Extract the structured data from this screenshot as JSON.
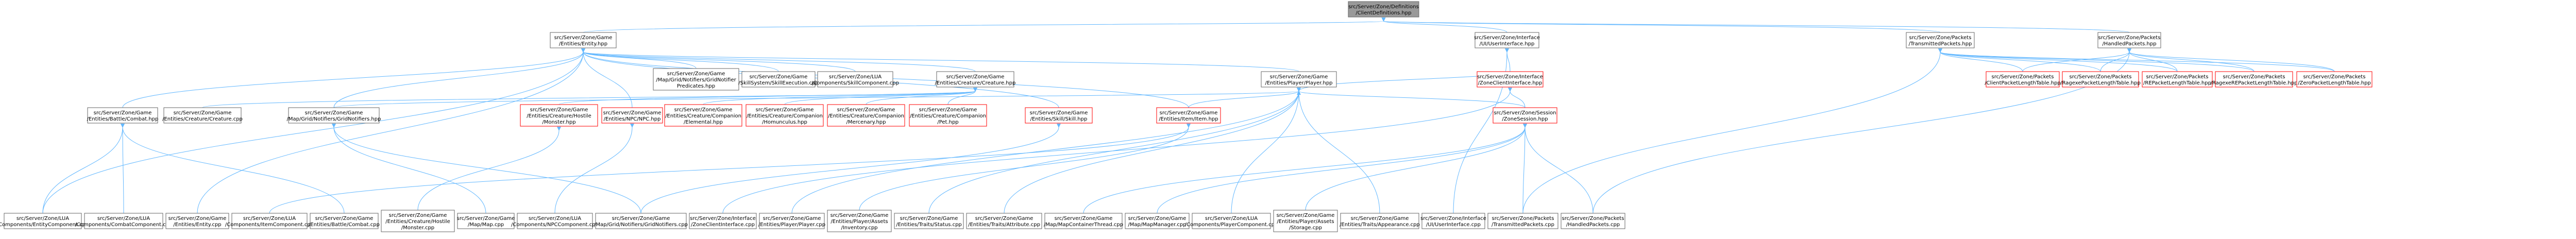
{
  "nodes": [
    {
      "id": "root",
      "style": "root",
      "lines": [
        "src/Server/Zone/Definitions",
        "/ClientDefinitions.hpp"
      ]
    },
    {
      "id": "entity",
      "style": "normal",
      "lines": [
        "src/Server/Zone/Game",
        "/Entities/Entity.hpp"
      ]
    },
    {
      "id": "iface",
      "style": "normal",
      "lines": [
        "src/Server/Zone/Interface",
        "/UI/UserInterface.hpp"
      ]
    },
    {
      "id": "transmit",
      "style": "normal",
      "lines": [
        "src/Server/Zone/Packets",
        "/TransmittedPackets.hpp"
      ]
    },
    {
      "id": "handled",
      "style": "normal",
      "lines": [
        "src/Server/Zone/Packets",
        "/HandledPackets.hpp"
      ]
    },
    {
      "id": "gridpred",
      "style": "normal",
      "lines": [
        "src/Server/Zone/Game",
        "/Map/Grid/Notifiers/GridNotifier",
        "Predicates.hpp"
      ]
    },
    {
      "id": "skillexec",
      "style": "normal",
      "lines": [
        "src/Server/Zone/Game",
        "/SkillSystem/SkillExecution.cpp"
      ]
    },
    {
      "id": "skillcomp",
      "style": "normal",
      "lines": [
        "src/Server/Zone/LUA",
        "/Components/SkillComponent.cpp"
      ]
    },
    {
      "id": "creature",
      "style": "normal",
      "lines": [
        "src/Server/Zone/Game",
        "/Entities/Creature/Creature.hpp"
      ]
    },
    {
      "id": "player",
      "style": "normal",
      "lines": [
        "src/Server/Zone/Game",
        "/Entities/Player/Player.hpp"
      ]
    },
    {
      "id": "zoneiface",
      "style": "red",
      "lines": [
        "src/Server/Zone/Interface",
        "/ZoneClientInterface.hpp"
      ]
    },
    {
      "id": "battlecombat",
      "style": "normal",
      "lines": [
        "src/Server/Zone/Game",
        "/Entities/Battle/Combat.hpp"
      ]
    },
    {
      "id": "creaturecpp",
      "style": "normal",
      "lines": [
        "src/Server/Zone/Game",
        "/Entities/Creature/Creature.cpp"
      ]
    },
    {
      "id": "gridnotif",
      "style": "normal",
      "lines": [
        "src/Server/Zone/Game",
        "/Map/Grid/Notifiers/GridNotifiers.hpp"
      ]
    },
    {
      "id": "hostile",
      "style": "red",
      "lines": [
        "src/Server/Zone/Game",
        "/Entities/Creature/Hostile",
        "/Monster.hpp"
      ]
    },
    {
      "id": "npc",
      "style": "red",
      "lines": [
        "src/Server/Zone/Game",
        "/Entities/NPC/NPC.hpp"
      ]
    },
    {
      "id": "elemental",
      "style": "red",
      "lines": [
        "src/Server/Zone/Game",
        "/Entities/Creature/Companion",
        "/Elemental.hpp"
      ]
    },
    {
      "id": "homunculus",
      "style": "red",
      "lines": [
        "src/Server/Zone/Game",
        "/Entities/Creature/Companion",
        "/Homunculus.hpp"
      ]
    },
    {
      "id": "mercenary",
      "style": "red",
      "lines": [
        "src/Server/Zone/Game",
        "/Entities/Creature/Companion",
        "/Mercenary.hpp"
      ]
    },
    {
      "id": "pet",
      "style": "red",
      "lines": [
        "src/Server/Zone/Game",
        "/Entities/Creature/Companion",
        "/Pet.hpp"
      ]
    },
    {
      "id": "skill",
      "style": "red",
      "lines": [
        "src/Server/Zone/Game",
        "/Entities/Skill/Skill.hpp"
      ]
    },
    {
      "id": "item",
      "style": "red",
      "lines": [
        "src/Server/Zone/Game",
        "/Entities/Item/Item.hpp"
      ]
    },
    {
      "id": "session",
      "style": "red",
      "lines": [
        "src/Server/Zone/Session",
        "/ZoneSession.hpp"
      ]
    },
    {
      "id": "clientlen",
      "style": "red",
      "lines": [
        "src/Server/Zone/Packets",
        "/ClientPacketLengthTable.hpp"
      ]
    },
    {
      "id": "ragexe",
      "style": "red",
      "lines": [
        "src/Server/Zone/Packets",
        "/RagexePacketLengthTable.hpp"
      ]
    },
    {
      "id": "re",
      "style": "red",
      "lines": [
        "src/Server/Zone/Packets",
        "/REPacketLengthTable.hpp"
      ]
    },
    {
      "id": "ragexere",
      "style": "red",
      "lines": [
        "src/Server/Zone/Packets",
        "/RagexeREPacketLengthTable.hpp"
      ]
    },
    {
      "id": "zero",
      "style": "red",
      "lines": [
        "src/Server/Zone/Packets",
        "/ZeroPacketLengthTable.hpp"
      ]
    },
    {
      "id": "entitycomp",
      "style": "normal",
      "lines": [
        "src/Server/Zone/LUA",
        "/Components/EntityComponent.cpp"
      ]
    },
    {
      "id": "combatcomp",
      "style": "normal",
      "lines": [
        "src/Server/Zone/LUA",
        "/Components/CombatComponent.cpp"
      ]
    },
    {
      "id": "entitycpp",
      "style": "normal",
      "lines": [
        "src/Server/Zone/Game",
        "/Entities/Entity.cpp"
      ]
    },
    {
      "id": "itemcomp",
      "style": "normal",
      "lines": [
        "src/Server/Zone/LUA",
        "/Components/ItemComponent.cpp"
      ]
    },
    {
      "id": "battlecombatcpp",
      "style": "normal",
      "lines": [
        "src/Server/Zone/Game",
        "/Entities/Battle/Combat.cpp"
      ]
    },
    {
      "id": "hostilecpp",
      "style": "normal",
      "lines": [
        "src/Server/Zone/Game",
        "/Entities/Creature/Hostile",
        "/Monster.cpp"
      ]
    },
    {
      "id": "mapmap",
      "style": "normal",
      "lines": [
        "src/Server/Zone/Game",
        "/Map/Map.cpp"
      ]
    },
    {
      "id": "npccomp",
      "style": "normal",
      "lines": [
        "src/Server/Zone/LUA",
        "/Components/NPCComponent.cpp"
      ]
    },
    {
      "id": "gridnotifcpp",
      "style": "normal",
      "lines": [
        "src/Server/Zone/Game",
        "/Map/Grid/Notifiers/GridNotifiers.cpp"
      ]
    },
    {
      "id": "zoneifacecpp",
      "style": "normal",
      "lines": [
        "src/Server/Zone/Interface",
        "/ZoneClientInterface.cpp"
      ]
    },
    {
      "id": "playercpp",
      "style": "normal",
      "lines": [
        "src/Server/Zone/Game",
        "/Entities/Player/Player.cpp"
      ]
    },
    {
      "id": "inventory",
      "style": "normal",
      "lines": [
        "src/Server/Zone/Game",
        "/Entities/Player/Assets",
        "/Inventory.cpp"
      ]
    },
    {
      "id": "traitsstatus",
      "style": "normal",
      "lines": [
        "src/Server/Zone/Game",
        "/Entities/Traits/Status.cpp"
      ]
    },
    {
      "id": "traitsattr",
      "style": "normal",
      "lines": [
        "src/Server/Zone/Game",
        "/Entities/Traits/Attribute.cpp"
      ]
    },
    {
      "id": "lifecycle",
      "style": "normal",
      "lines": [
        "src/Server/Zone/Game",
        "/Map/MapContainerThread.cpp"
      ]
    },
    {
      "id": "mapmanager",
      "style": "normal",
      "lines": [
        "src/Server/Zone/Game",
        "/Map/MapManager.cpp"
      ]
    },
    {
      "id": "playercomp",
      "style": "normal",
      "lines": [
        "src/Server/Zone/LUA",
        "/Components/PlayerComponent.cpp"
      ]
    },
    {
      "id": "storage",
      "style": "normal",
      "lines": [
        "src/Server/Zone/Game",
        "/Entities/Player/Assets",
        "/Storage.cpp"
      ]
    },
    {
      "id": "appearance",
      "style": "normal",
      "lines": [
        "src/Server/Zone/Game",
        "/Entities/Traits/Appearance.cpp"
      ]
    },
    {
      "id": "uicpp",
      "style": "normal",
      "lines": [
        "src/Server/Zone/Interface",
        "/UI/UserInterface.cpp"
      ]
    },
    {
      "id": "transmitcpp",
      "style": "normal",
      "lines": [
        "src/Server/Zone/Packets",
        "/TransmittedPackets.cpp"
      ]
    },
    {
      "id": "handledcpp",
      "style": "normal",
      "lines": [
        "src/Server/Zone/Packets",
        "/HandledPackets.cpp"
      ]
    }
  ]
}
